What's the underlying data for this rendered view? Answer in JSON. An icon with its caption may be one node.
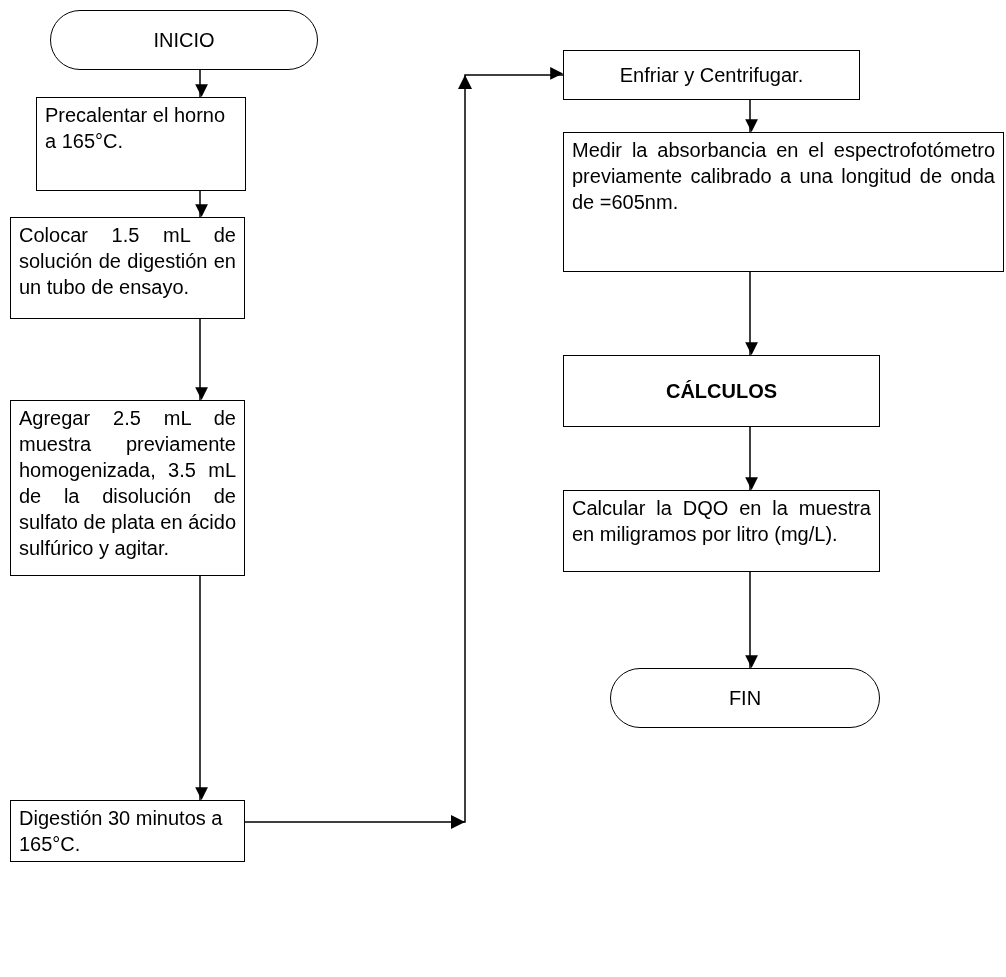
{
  "diagram": {
    "nodes": [
      {
        "text": [
          "INICIO"
        ]
      },
      {
        "text": [
          "Precalentar el horno a 165°C."
        ]
      },
      {
        "text": [
          "Colocar 1.5 mL de solución de digestión en un tubo de ensayo."
        ]
      },
      {
        "text": [
          "Agregar 2.5 mL de muestra previamente homogenizada, 3.5 mL de la disolución de sulfato de plata en ácido sulfúrico y agitar."
        ]
      },
      {
        "text": [
          "Digestión 30 minutos a 165°C."
        ]
      },
      {
        "text": [
          "Enfriar y Centrifugar."
        ]
      },
      {
        "text": [
          "Medir la absorbancia en el espectrofotómetro previamente calibrado a una longitud de onda de =605nm."
        ]
      },
      {
        "text": [
          "CÁLCULOS"
        ]
      },
      {
        "text": [
          "Calcular la DQO en la muestra en miligramos por litro (mg/L)."
        ]
      },
      {
        "text": [
          "FIN"
        ]
      }
    ],
    "edges": [
      {
        "from": 0,
        "to": 1,
        "arrow": "to"
      },
      {
        "from": 1,
        "to": 2,
        "arrow": "to"
      },
      {
        "from": 2,
        "to": 3,
        "arrow": "to"
      },
      {
        "from": 3,
        "to": 4,
        "arrow": "to"
      },
      {
        "from": 4,
        "to": 5,
        "arrow": "to"
      },
      {
        "from": 5,
        "to": 6,
        "arrow": "to"
      },
      {
        "from": 6,
        "to": 7,
        "arrow": "to"
      },
      {
        "from": 7,
        "to": 8,
        "arrow": "to"
      },
      {
        "from": 8,
        "to": 9,
        "arrow": "to"
      }
    ]
  }
}
